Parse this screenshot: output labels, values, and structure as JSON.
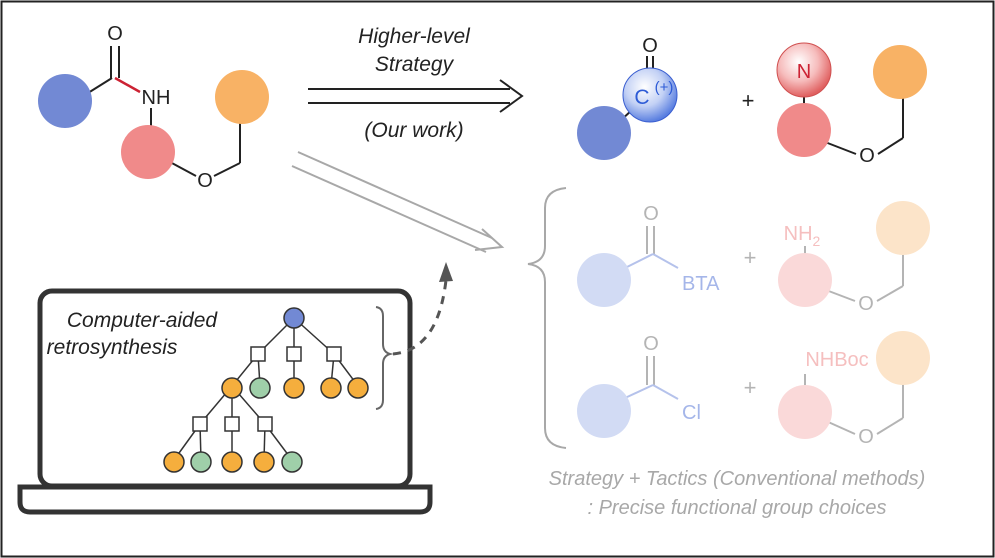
{
  "strategy": {
    "line1": "Higher-level",
    "line2": "Strategy",
    "note": "(Our work)"
  },
  "reactant": {
    "oxygen": "O",
    "nh": "NH",
    "ether_oxygen": "O"
  },
  "products": {
    "carbonyl_oxygen": "O",
    "cation_label": "C",
    "cation_charge": "(+)",
    "plus": "+",
    "nitrogen": "N",
    "ether_oxygen": "O"
  },
  "conventional": {
    "row1": {
      "carbonyl_oxygen": "O",
      "leaving_group": "BTA",
      "plus": "+",
      "amine": "NH",
      "amine_sub": "2",
      "ether_oxygen": "O"
    },
    "row2": {
      "carbonyl_oxygen": "O",
      "leaving_group": "Cl",
      "plus": "+",
      "amine": "NHBoc",
      "ether_oxygen": "O"
    },
    "caption1": "Strategy + Tactics (Conventional methods)",
    "caption2": ": Precise functional group choices"
  },
  "computer": {
    "label_line1": "Computer-aided",
    "label_line2": "retrosynthesis"
  },
  "colors": {
    "blue": "#7289d4",
    "pink": "#f08a8a",
    "orange": "#f8b265",
    "green": "#9fcfa9",
    "node_orange": "#f5ae3d",
    "accent_red": "#cc2233",
    "cation_blue": "#2d5bd6",
    "gray": "#a8a8a8",
    "dark": "#333333"
  }
}
